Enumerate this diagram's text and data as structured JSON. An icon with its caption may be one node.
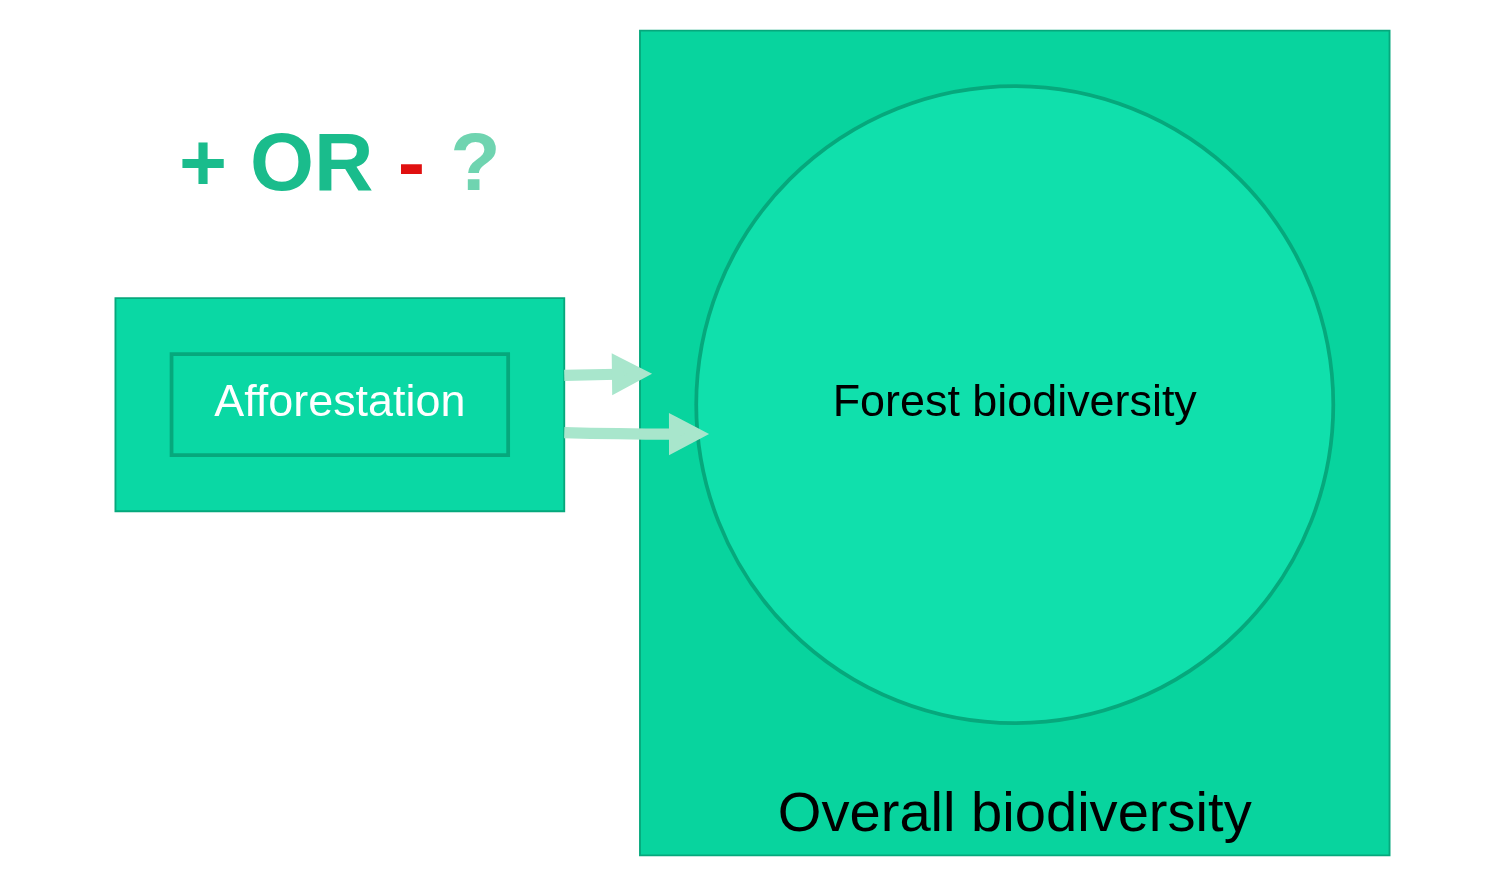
{
  "diagram": {
    "nodes": [
      {
        "text": [],
        "shape": "box"
      },
      {
        "text": [
          "Afforestation"
        ],
        "in": 0
      },
      {
        "text": [
          "Overall biodiversity"
        ]
      },
      {
        "text": [
          "Forest biodiversity"
        ],
        "in": 2
      }
    ],
    "edges": [
      {
        "from": 0,
        "to": 3,
        "arrow": "to"
      },
      {
        "from": 0,
        "to": 2,
        "arrow": "to"
      }
    ],
    "labels": [
      "+",
      "OR",
      "-",
      "?"
    ]
  }
}
